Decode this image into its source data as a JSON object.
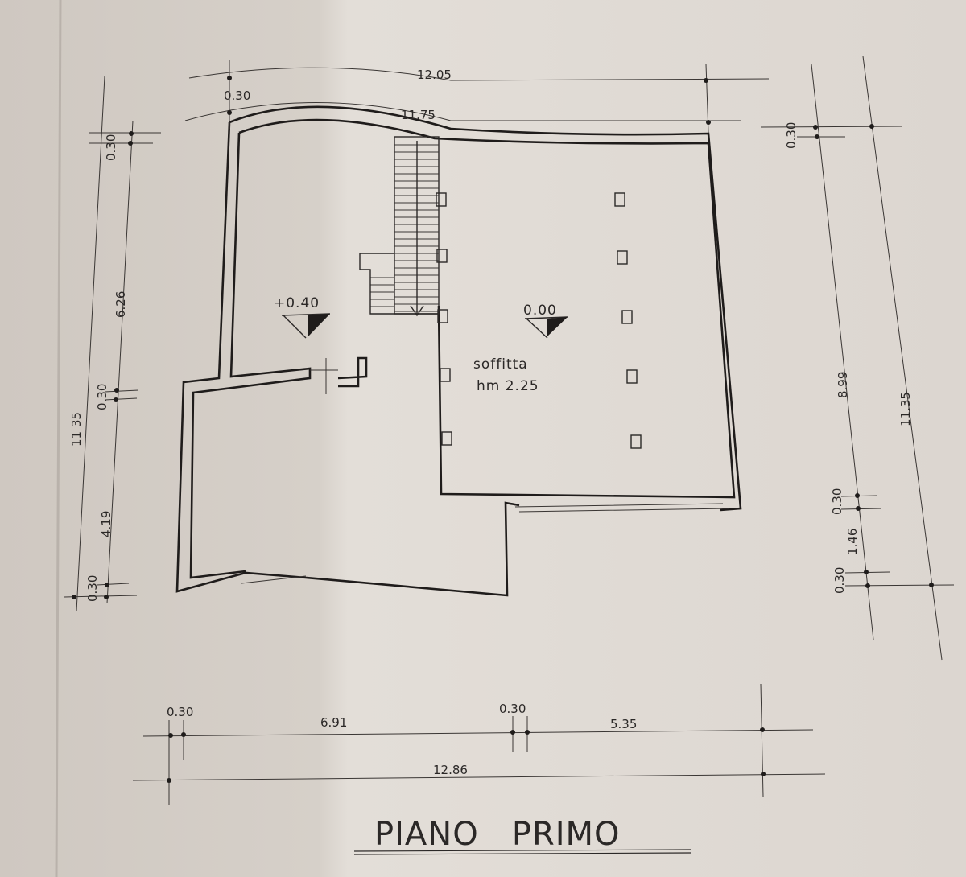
{
  "drawing": {
    "title": "PIANO   PRIMO",
    "room": {
      "name": "soffitta",
      "height": "hm 2.25"
    },
    "levels": [
      "+0.40",
      "0.00"
    ],
    "top_dims": {
      "overall_outer": "12.05",
      "overall_inner": "11.75",
      "wall": "0.30"
    },
    "left_dims": {
      "total": "11 35",
      "wall_top": "0.30",
      "upper": "6.26",
      "wall_mid": "0.30",
      "lower": "4.19",
      "wall_bottom": "0.30"
    },
    "right_dims": {
      "wall_top": "0.30",
      "main": "8.99",
      "total": "11.35",
      "wall_a": "0.30",
      "step": "1.46",
      "wall_b": "0.30"
    },
    "bottom_dims": {
      "wall_left": "0.30",
      "left": "6.91",
      "wall_mid": "0.30",
      "right": "5.35",
      "total": "12.86"
    }
  },
  "colors": {
    "paper": "#d8d2cb",
    "ink": "#2b2827"
  }
}
